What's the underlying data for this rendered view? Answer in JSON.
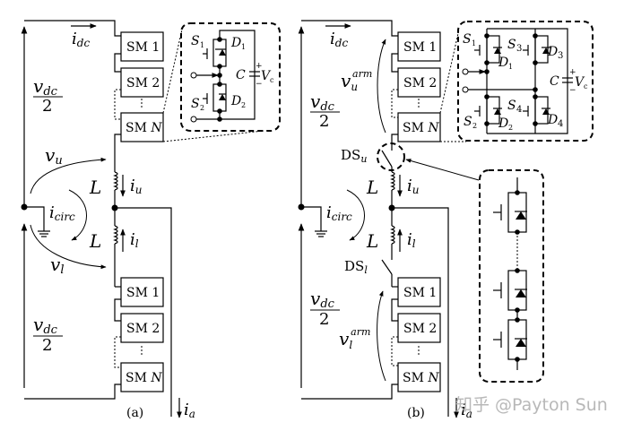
{
  "figure": {
    "panels": [
      {
        "caption": "(a)",
        "dc_current": "i",
        "dc_current_sub": "dc",
        "half_voltage_num": "v",
        "half_voltage_num_sub": "dc",
        "half_voltage_den": "2",
        "upper_voltage": "v",
        "upper_voltage_sub": "u",
        "lower_voltage": "v",
        "lower_voltage_sub": "l",
        "circ_current": "i",
        "circ_current_sub": "circ",
        "inductor_label": "L",
        "upper_current": "i",
        "upper_current_sub": "u",
        "lower_current": "i",
        "lower_current_sub": "l",
        "ac_current": "i",
        "ac_current_sub": "a",
        "upper_modules": [
          "SM 1",
          "SM 2",
          "SM N"
        ],
        "lower_modules": [
          "SM 1",
          "SM 2",
          "SM N"
        ],
        "submodule_detail": {
          "type": "half-bridge",
          "switches": [
            "S1",
            "S2"
          ],
          "diodes": [
            "D1",
            "D2"
          ],
          "capacitor": "C",
          "capacitor_voltage": "Vc"
        }
      },
      {
        "caption": "(b)",
        "upper_arm_voltage": "v",
        "upper_arm_voltage_sub": "u",
        "upper_arm_voltage_sup": "arm",
        "lower_arm_voltage": "v",
        "lower_arm_voltage_sub": "l",
        "lower_arm_voltage_sup": "arm",
        "upper_switch": "DS",
        "upper_switch_sub": "u",
        "lower_switch": "DS",
        "lower_switch_sub": "l",
        "submodule_detail": {
          "type": "full-bridge",
          "switches": [
            "S1",
            "S2",
            "S3",
            "S4"
          ],
          "diodes": [
            "D1",
            "D2",
            "D3",
            "D4"
          ],
          "capacitor": "C",
          "capacitor_voltage": "Vc"
        },
        "switch_detail": {
          "type": "series IGBT stack"
        }
      }
    ],
    "labels": {
      "S1": "S",
      "S2": "S",
      "S3": "S",
      "S4": "S",
      "D": "D",
      "C": "C",
      "V": "V",
      "n1": "1",
      "n2": "2",
      "n3": "3",
      "n4": "4",
      "c": "c",
      "plus": "+",
      "minus": "−",
      "sm1": "SM 1",
      "sm2": "SM 2",
      "smN_prefix": "SM ",
      "smN_var": "N",
      "vdots": "⋮"
    },
    "watermark": "知乎 @Payton Sun"
  }
}
